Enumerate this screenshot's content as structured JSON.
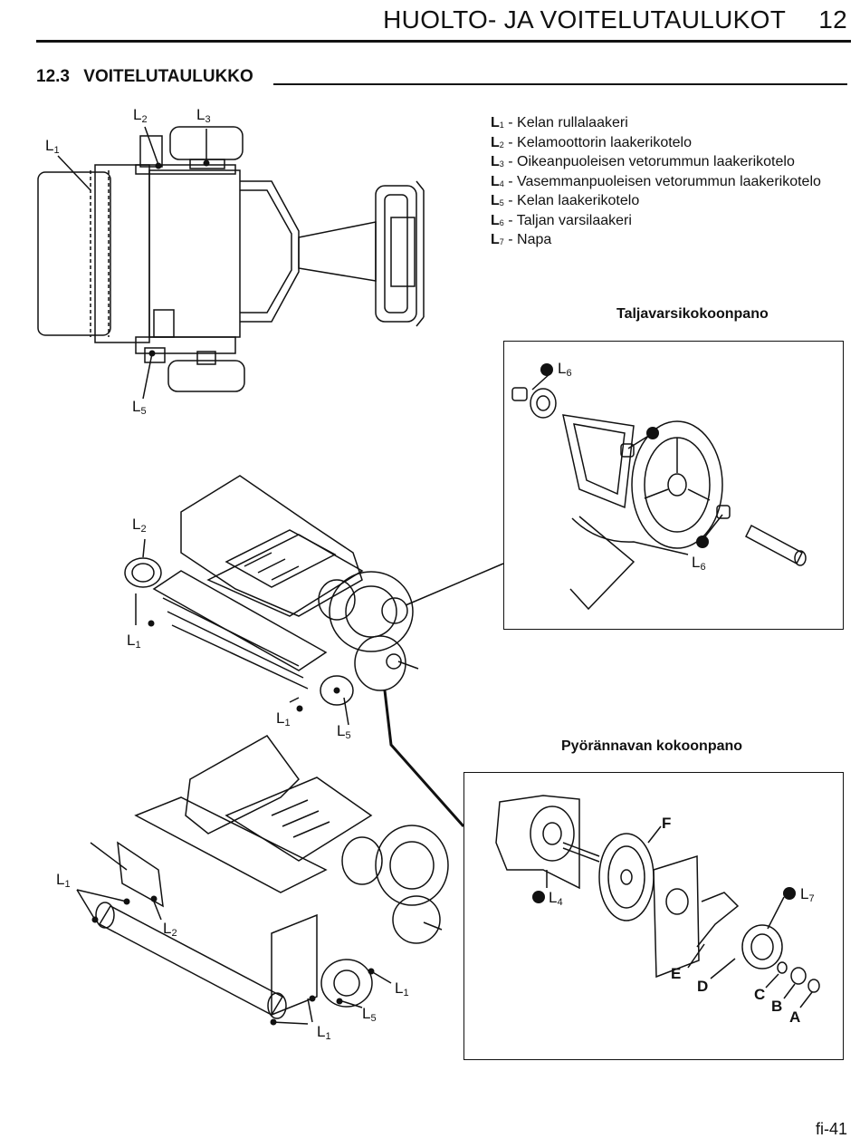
{
  "header": {
    "title": "HUOLTO- JA VOITELUTAULUKOT",
    "chapter": "12"
  },
  "section": {
    "number": "12.3",
    "title": "VOITELUTAULUKKO"
  },
  "legend": [
    {
      "code": "L",
      "sub": "1",
      "text": " - Kelan rullalaakeri"
    },
    {
      "code": "L",
      "sub": "2",
      "text": " - Kelamoottorin laakerikotelo"
    },
    {
      "code": "L",
      "sub": "3",
      "text": " - Oikeanpuoleisen vetorummun laakerikotelo"
    },
    {
      "code": "L",
      "sub": "4",
      "text": " - Vasemmanpuoleisen vetorummun laakerikotelo"
    },
    {
      "code": "L",
      "sub": "5",
      "text": " - Kelan laakerikotelo"
    },
    {
      "code": "L",
      "sub": "6",
      "text": " - Taljan varsilaakeri"
    },
    {
      "code": "L",
      "sub": "7",
      "text": " - Napa"
    }
  ],
  "insets": {
    "pulley_title": "Taljavarsikokoonpano",
    "hub_title": "Pyörännavan kokoonpano"
  },
  "callouts": {
    "L": "L",
    "s1": "1",
    "s2": "2",
    "s3": "3",
    "s4": "4",
    "s5": "5",
    "s6": "6",
    "s7": "7",
    "A": "A",
    "B": "B",
    "C": "C",
    "D": "D",
    "E": "E",
    "F": "F"
  },
  "footer": {
    "page": "fi-41"
  }
}
